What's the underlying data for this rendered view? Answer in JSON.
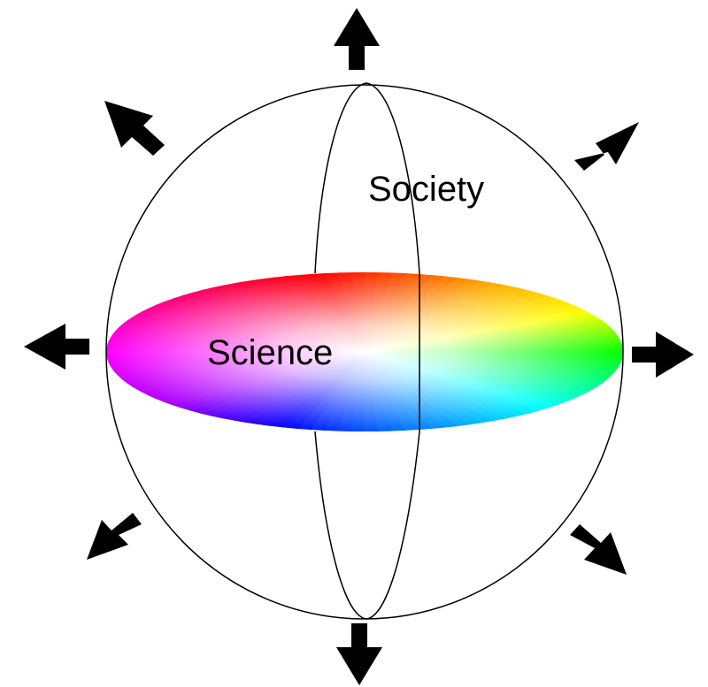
{
  "labels": {
    "society": "Society",
    "science": "Science"
  },
  "colors": {
    "stroke": "#000000",
    "arrow": "#000000",
    "background": "#ffffff",
    "disk_center": "#ffffff",
    "spectrum": [
      "#ff0000",
      "#ffff00",
      "#00ff00",
      "#00ffff",
      "#0000ff",
      "#ff00ff"
    ]
  },
  "arrows": {
    "directions": [
      "up",
      "up-right",
      "right",
      "down-right",
      "down",
      "down-left",
      "left",
      "up-left"
    ]
  }
}
